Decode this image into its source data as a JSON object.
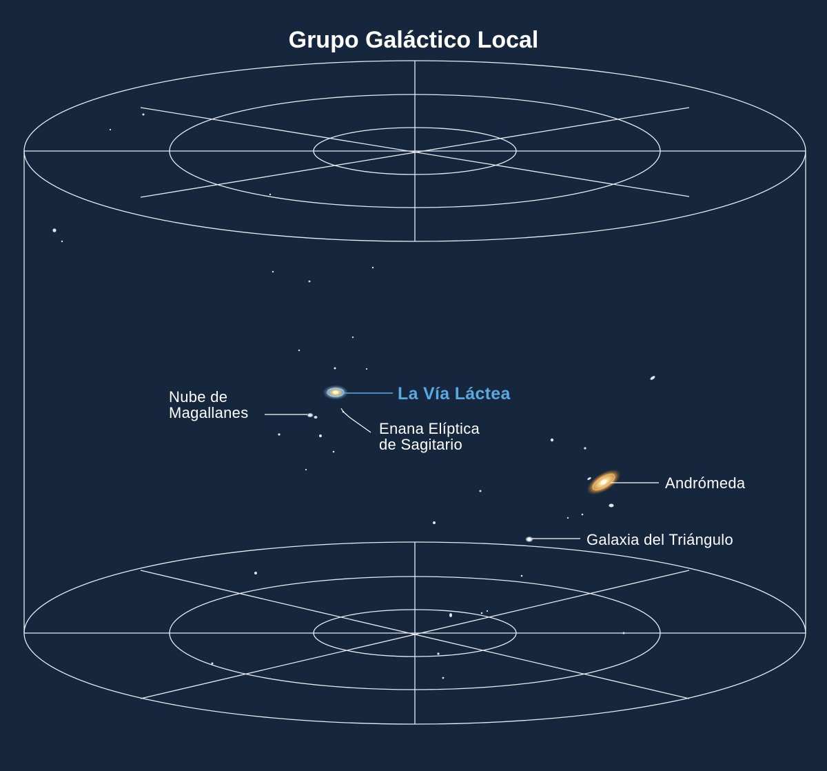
{
  "title": "Grupo Galáctico Local",
  "colors": {
    "background": "#16263d",
    "grid": "#e9eef5",
    "highlight": "#5aa8e0",
    "label": "#ffffff"
  },
  "galaxies": {
    "milky_way": {
      "label": "La Vía Láctea"
    },
    "magellanic": {
      "label_line1": "Nube de",
      "label_line2": "Magallanes"
    },
    "sagittarius": {
      "label_line1": "Enana Elíptica",
      "label_line2": "de Sagitario"
    },
    "andromeda": {
      "label": "Andrómeda"
    },
    "triangulum": {
      "label": "Galaxia del Triángulo"
    }
  }
}
